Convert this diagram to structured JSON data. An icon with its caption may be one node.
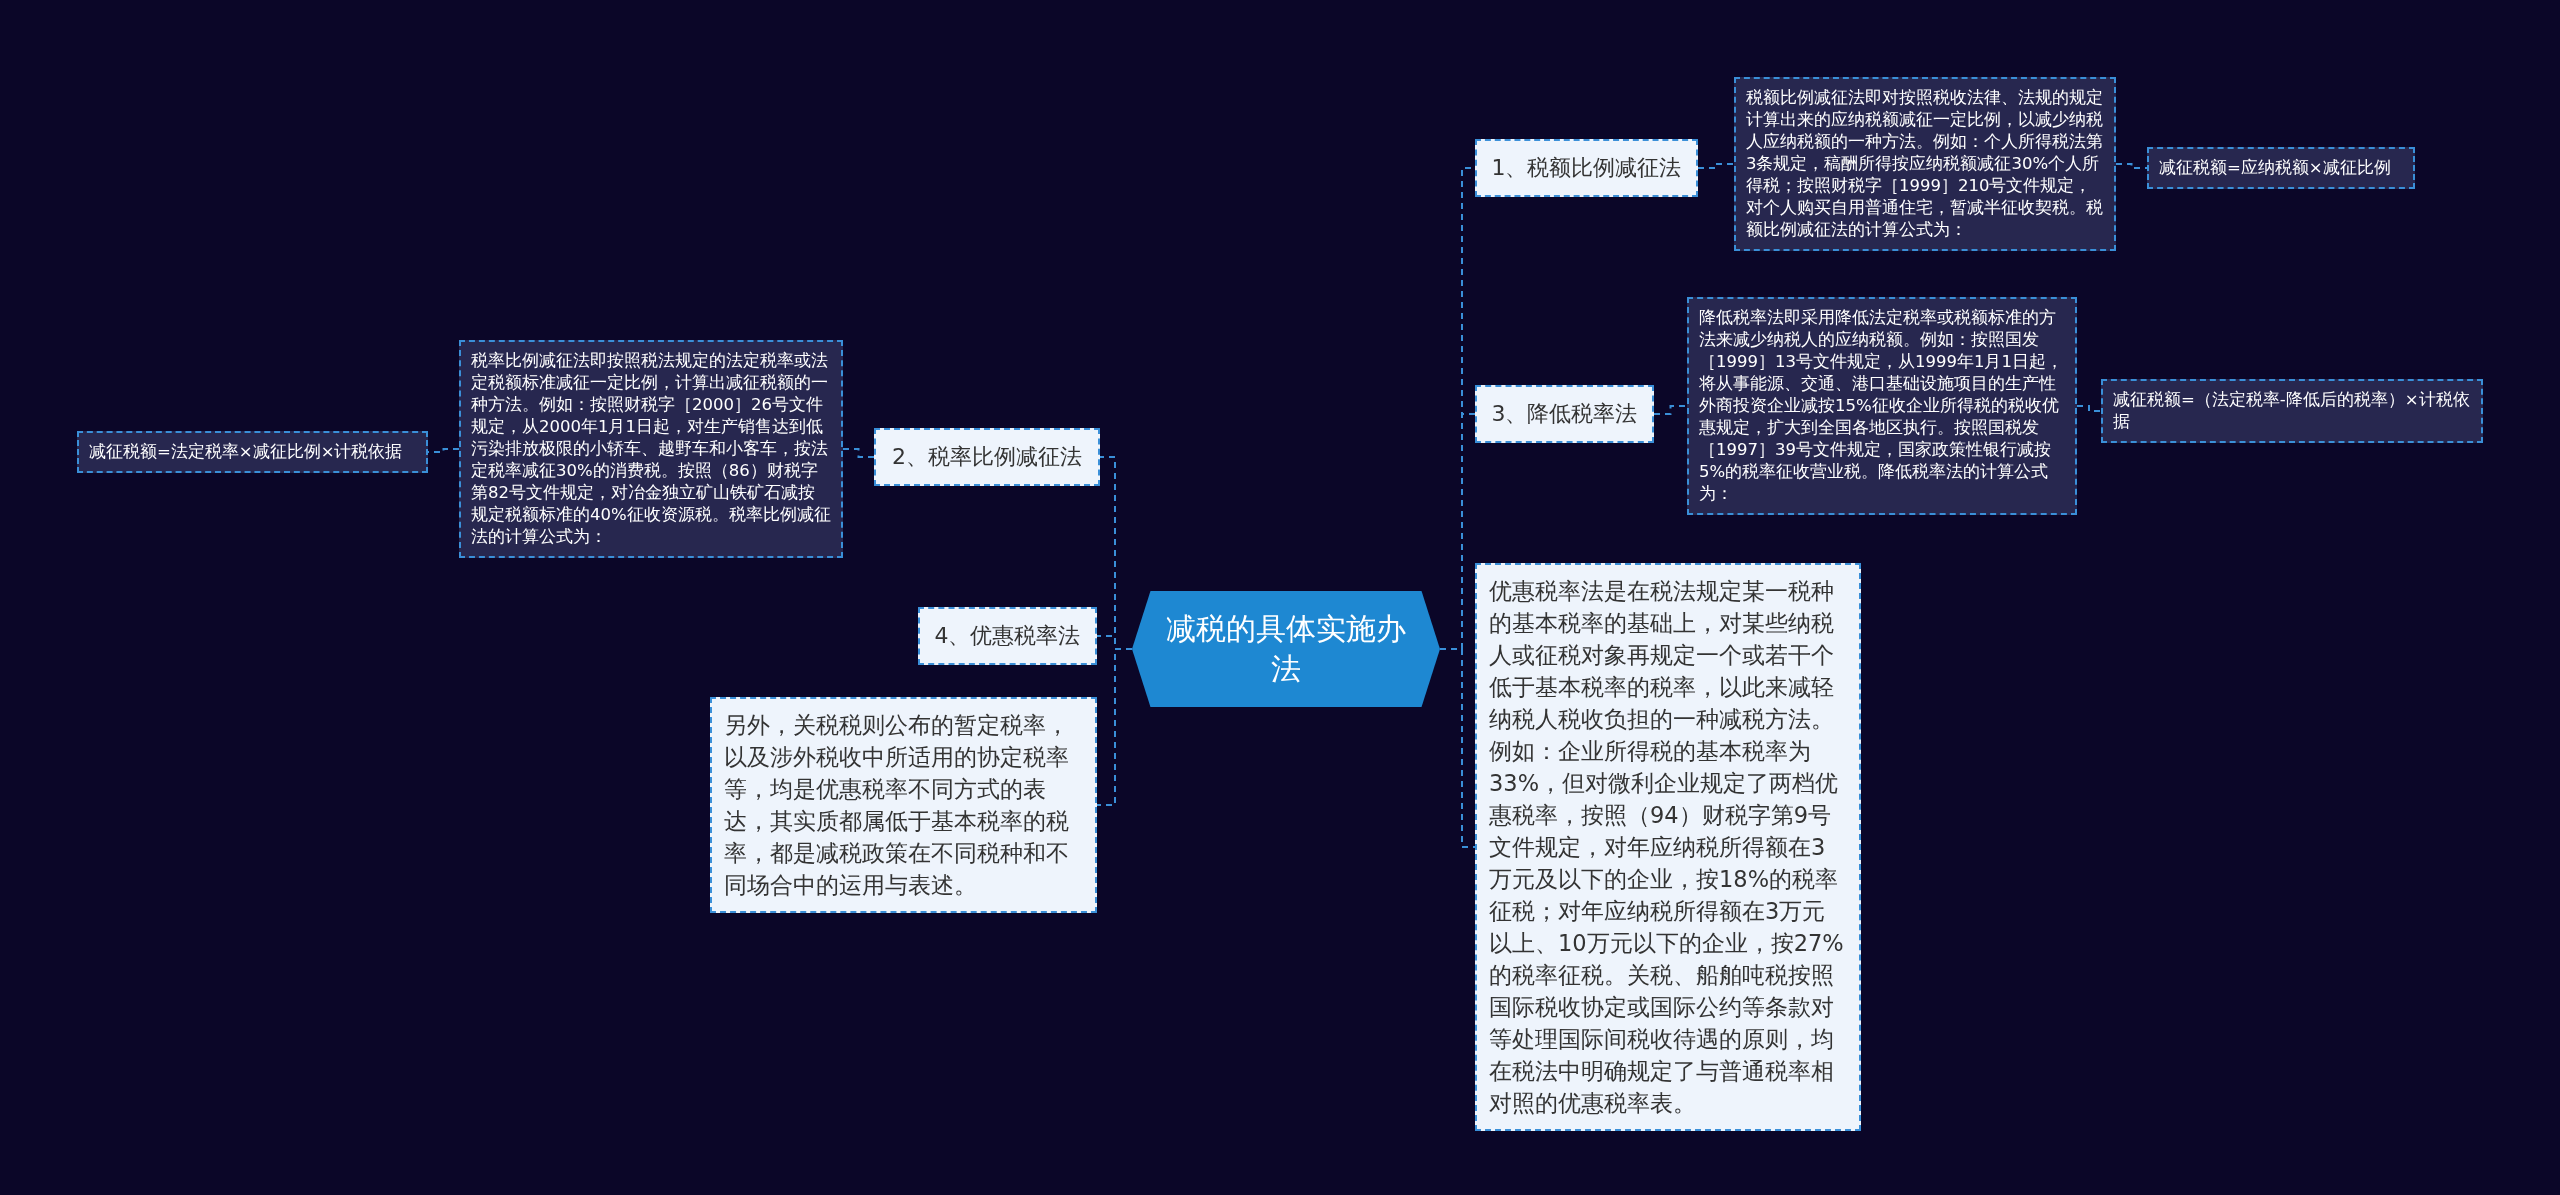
{
  "diagram": {
    "nodes": [
      {
        "text": [
          "减税的具体实施办法"
        ]
      },
      {
        "text": [
          "1、税额比例减征法"
        ]
      },
      {
        "text": [
          "税额比例减征法即对按照税收法律、法规的规定计算出来的应纳税额减征一定比例，以减少纳税人应纳税额的一种方法。例如：个人所得税法第3条规定，稿酬所得按应纳税额减征30%个人所得税；按照财税字［1999］210号文件规定，对个人购买自用普通住宅，暂减半征收契税。税额比例减征法的计算公式为："
        ]
      },
      {
        "text": [
          "减征税额=应纳税额×减征比例"
        ]
      },
      {
        "text": [
          "3、降低税率法"
        ]
      },
      {
        "text": [
          "降低税率法即采用降低法定税率或税额标准的方法来减少纳税人的应纳税额。例如：按照国发［1999］13号文件规定，从1999年1月1日起，将从事能源、交通、港口基础设施项目的生产性外商投资企业减按15%征收企业所得税的税收优惠规定，扩大到全国各地区执行。按照国税发［1997］39号文件规定，国家政策性银行减按5%的税率征收营业税。降低税率法的计算公式为："
        ]
      },
      {
        "text": [
          "减征税额=（法定税率-降低后的税率）×计税依据"
        ]
      },
      {
        "text": [
          "优惠税率法是在税法规定某一税种的基本税率的基础上，对某些纳税人或征税对象再规定一个或若干个低于基本税率的税率，以此来减轻纳税人税收负担的一种减税方法。例如：企业所得税的基本税率为33%，但对微利企业规定了两档优惠税率，按照（94）财税字第9号文件规定，对年应纳税所得额在3万元及以下的企业，按18%的税率征税；对年应纳税所得额在3万元以上、10万元以下的企业，按27%的税率征税。关税、船舶吨税按照国际税收协定或国际公约等条款对等处理国际间税收待遇的原则，均在税法中明确规定了与普通税率相对照的优惠税率表。"
        ]
      },
      {
        "text": [
          "2、税率比例减征法"
        ]
      },
      {
        "text": [
          "税率比例减征法即按照税法规定的法定税率或法定税额标准减征一定比例，计算出减征税额的一种方法。例如：按照财税字［2000］26号文件规定，从2000年1月1日起，对生产销售达到低污染排放极限的小轿车、越野车和小客车，按法定税率减征30%的消费税。按照（86）财税字第82号文件规定，对冶金独立矿山铁矿石减按规定税额标准的40%征收资源税。税率比例减征法的计算公式为："
        ]
      },
      {
        "text": [
          "减征税额=法定税率×减征比例×计税依据"
        ]
      },
      {
        "text": [
          "4、优惠税率法"
        ]
      },
      {
        "text": [
          "另外，关税税则公布的暂定税率，以及涉外税收中所适用的协定税率等，均是优惠税率不同方式的表达，其实质都属低于基本税率的税率，都是减税政策在不同税种和不同场合中的运用与表述。"
        ]
      }
    ],
    "edges": [
      {
        "from": 0,
        "to": 1,
        "arrow": "none"
      },
      {
        "from": 1,
        "to": 2,
        "arrow": "none"
      },
      {
        "from": 2,
        "to": 3,
        "arrow": "none"
      },
      {
        "from": 0,
        "to": 4,
        "arrow": "none"
      },
      {
        "from": 4,
        "to": 5,
        "arrow": "none"
      },
      {
        "from": 5,
        "to": 6,
        "arrow": "none"
      },
      {
        "from": 0,
        "to": 7,
        "arrow": "none"
      },
      {
        "from": 0,
        "to": 8,
        "arrow": "none"
      },
      {
        "from": 8,
        "to": 9,
        "arrow": "none"
      },
      {
        "from": 9,
        "to": 10,
        "arrow": "none"
      },
      {
        "from": 0,
        "to": 11,
        "arrow": "none"
      },
      {
        "from": 0,
        "to": 12,
        "arrow": "none"
      }
    ]
  }
}
